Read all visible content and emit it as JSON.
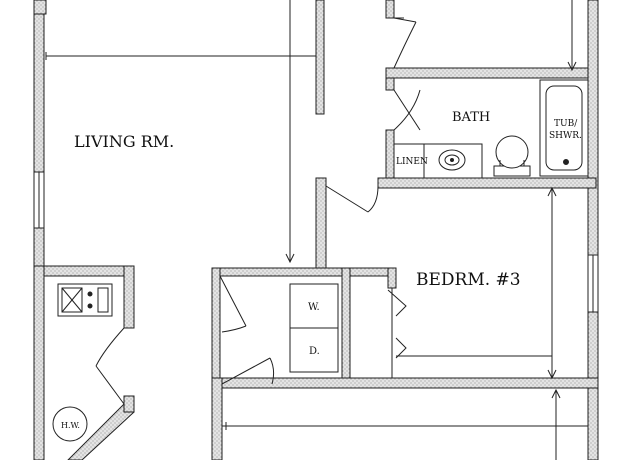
{
  "rooms": {
    "living": "LIVING  RM.",
    "bath": "BATH",
    "bedroom3": "BEDRM.  #3"
  },
  "fixtures": {
    "tub_line1": "TUB/",
    "tub_line2": "SHWR.",
    "linen": "LINEN",
    "washer": "W.",
    "dryer": "D.",
    "water_heater": "H.W."
  },
  "colors": {
    "wall_fill": "#e4e4e4",
    "line": "#222222",
    "background": "#ffffff"
  }
}
